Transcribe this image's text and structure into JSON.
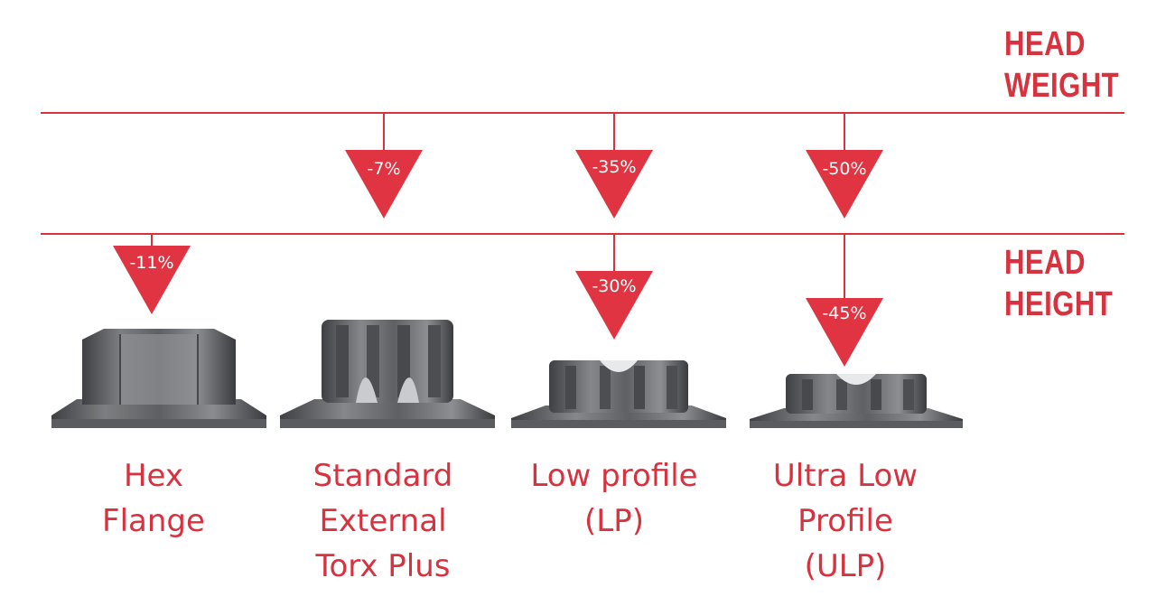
{
  "labels": {
    "head_weight": "HEAD\nWEIGHT",
    "head_height": "HEAD\nHEIGHT"
  },
  "fasteners": [
    {
      "name": "Hex\nFlange",
      "weight_change": "",
      "height_change": "-11%"
    },
    {
      "name": "Standard\nExternal\nTorx Plus",
      "weight_change": "-7%",
      "height_change": ""
    },
    {
      "name": "Low profile\n(LP)",
      "weight_change": "-35%",
      "height_change": "-30%"
    },
    {
      "name": "Ultra Low\nProfile\n(ULP)",
      "weight_change": "-50%",
      "height_change": "-45%"
    }
  ],
  "colors": {
    "accent": "#d9323f",
    "marker": "#e03442",
    "metal": "#6b6d70"
  },
  "icons": [
    "hex-flange-head-icon",
    "torx-plus-head-icon",
    "low-profile-head-icon",
    "ultra-low-profile-head-icon"
  ]
}
